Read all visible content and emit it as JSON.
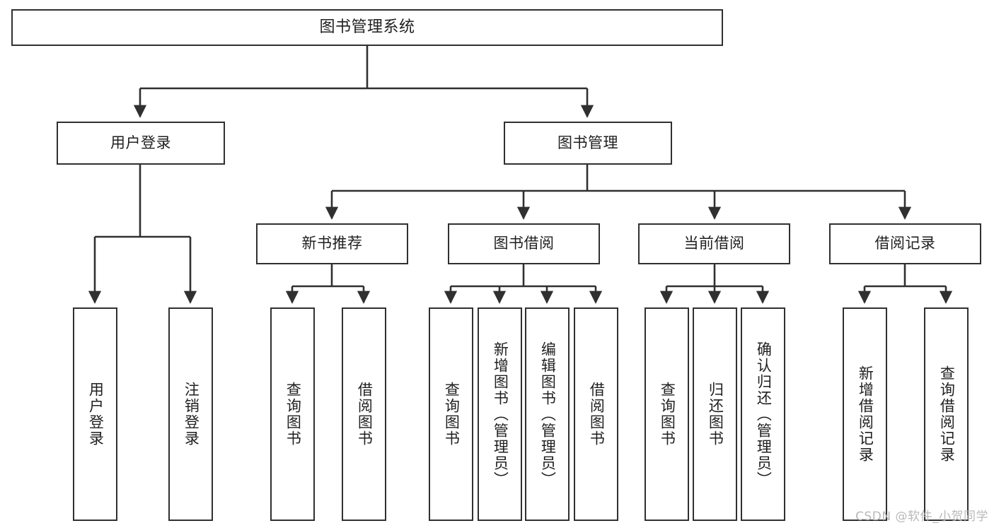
{
  "diagram": {
    "title": "图书管理系统",
    "type": "tree-hierarchy",
    "stroke_color": "#303030",
    "background_color": "#ffffff",
    "text_color": "#1f1f1f"
  },
  "nodes": {
    "root": {
      "label": "图书管理系统"
    },
    "level2": [
      {
        "label": "用户登录"
      },
      {
        "label": "图书管理"
      }
    ],
    "level3": [
      {
        "label": "新书推荐"
      },
      {
        "label": "图书借阅"
      },
      {
        "label": "当前借阅"
      },
      {
        "label": "借阅记录"
      }
    ],
    "leaves": {
      "user_login": [
        {
          "label": "用户登录"
        },
        {
          "label": "注销登录"
        }
      ],
      "new_book": [
        {
          "label": "查询图书"
        },
        {
          "label": "借阅图书"
        }
      ],
      "book_borrow": [
        {
          "label": "查询图书"
        },
        {
          "label": "新增图书（管理员）"
        },
        {
          "label": "编辑图书（管理员）"
        },
        {
          "label": "借阅图书"
        }
      ],
      "current_borrow": [
        {
          "label": "查询图书"
        },
        {
          "label": "归还图书"
        },
        {
          "label": "确认归还（管理员）"
        }
      ],
      "borrow_record": [
        {
          "label": "新增借阅记录"
        },
        {
          "label": "查询借阅记录"
        }
      ]
    }
  },
  "watermark": {
    "text": "CSDN @软件_小贺同学"
  }
}
